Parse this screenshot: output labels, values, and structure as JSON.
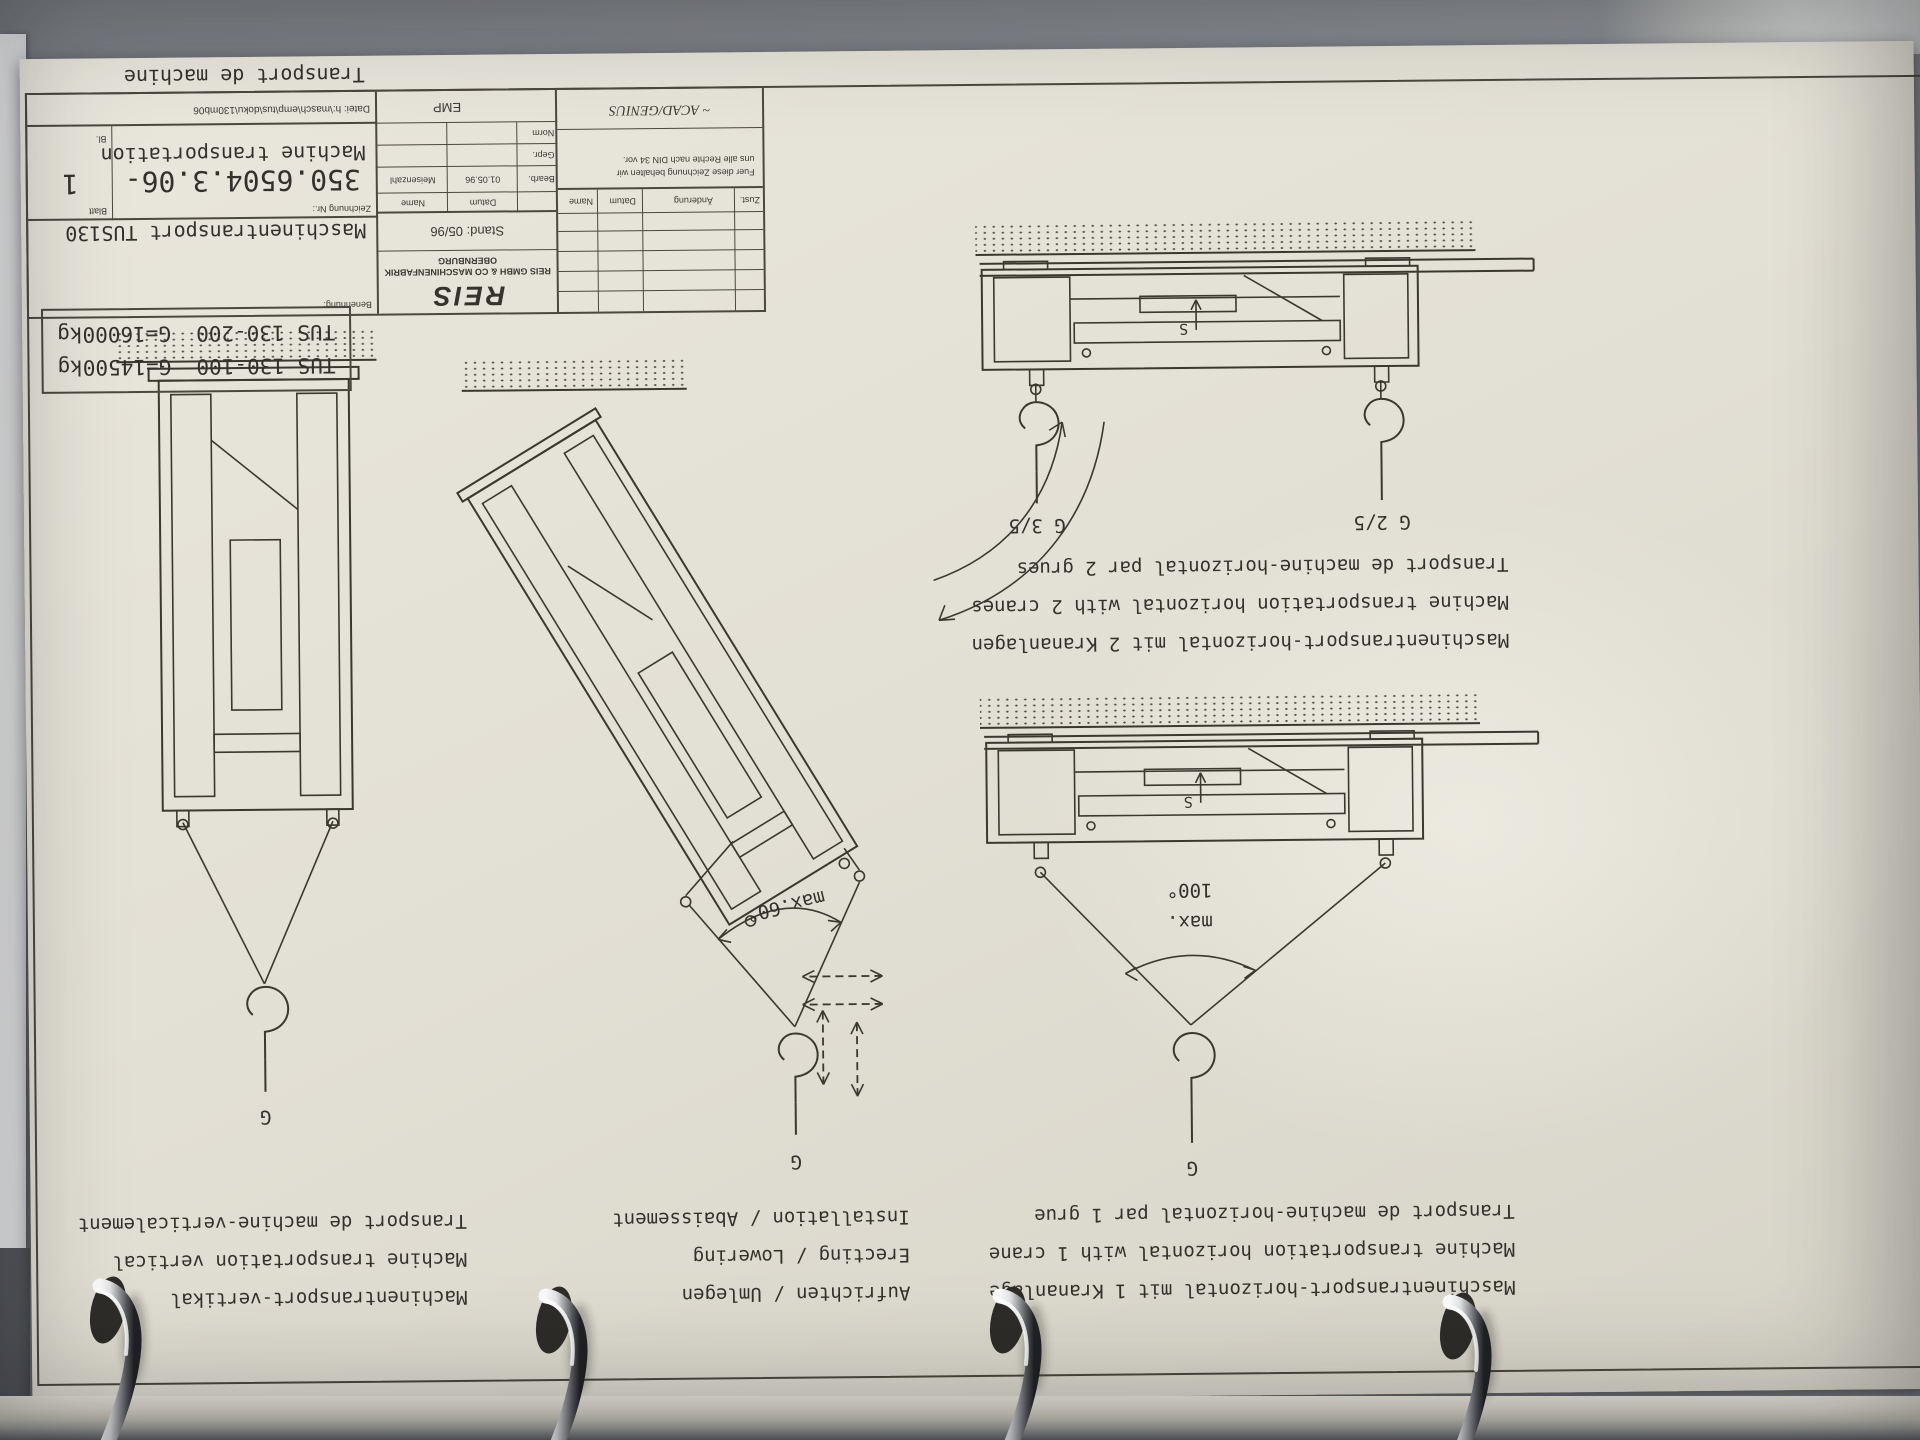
{
  "weights_box": {
    "rows": [
      {
        "model": "TUS 130-100",
        "weight": "G=14500kg"
      },
      {
        "model": "TUS 130-200",
        "weight": "G=16000kg"
      }
    ]
  },
  "title_block": {
    "benennung_label": "Benennung:",
    "title_line1": "Maschinentransport TUS130",
    "title_line2": "Machine transportation",
    "title_line3": "Transport de machine",
    "zeichnung_nr_label": "Zeichnung Nr.:",
    "drawing_number": "350.6504.3.06-",
    "blatt_label": "Blatt",
    "blatt_value": "1",
    "bl_label": "Bl.",
    "logo_text": "REIS",
    "company_line1": "REIS GMBH & CO MASCHINENFABRIK",
    "company_line2": "OBERNBURG",
    "stand": "Stand: 05/96",
    "rights_note_line1": "Fuer diese Zeichnung behalten wir",
    "rights_note_line2": "uns alle Rechte nach DIN 34 vor.",
    "cad_note": "~ ACAD/GENIUS",
    "rev_header_zust": "Zust.",
    "rev_header_aenderung": "Änderung",
    "rev_header_datum": "Datum",
    "rev_header_name": "Name",
    "datum_label": "Datum",
    "name_label": "Name",
    "bearb_label": "Bearb.",
    "bearb_datum": "01.05.96",
    "bearb_name": "Meisenzahl",
    "gepr_label": "Gepr.",
    "norm_label": "Norm",
    "emp_label": "EMP",
    "datei": "Datei: h:\\masch\\emp\\tus\\doku\\130mb06"
  },
  "figures": {
    "one_crane": {
      "caption_line1": "Maschinentransport-horizontal mit 1 Krananlage",
      "caption_line2": "Machine transportation horizontal with 1 crane",
      "caption_line3": "Transport de machine-horizontal par 1 grue",
      "hook_label": "G",
      "angle_word": "max.",
      "angle_value": "100°",
      "cog_label": "S"
    },
    "two_cranes": {
      "caption_line1": "Maschinentransport-horizontal mit 2 Krananlagen",
      "caption_line2": "Machine transportation horizontal with 2 cranes",
      "caption_line3": "Transport de machine-horizontal par 2 grues",
      "hook_label_left": "G 2/5",
      "hook_label_right": "G 3/5",
      "cog_label": "S"
    },
    "erecting": {
      "caption_line1": "Aufrichten / Umlegen",
      "caption_line2": "Erecting / Lowering",
      "caption_line3": "Installation / Abaissement",
      "hook_label": "G",
      "angle_label": "max.60°"
    },
    "vertical": {
      "caption_line1": "Machinentransport-vertikal",
      "caption_line2": "Machine transportation vertical",
      "caption_line3": "Transport de machine-verticalement",
      "hook_label": "G"
    }
  }
}
